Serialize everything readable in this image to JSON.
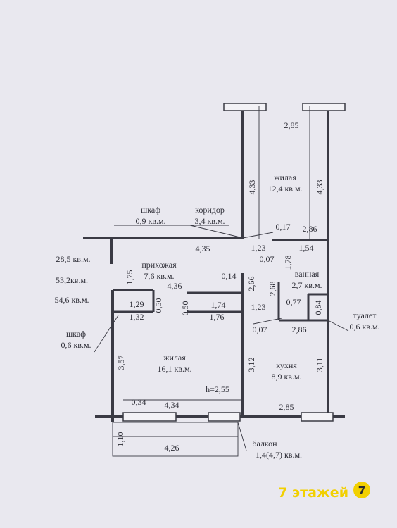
{
  "rooms": {
    "living_top": {
      "name": "жилая",
      "area": "12,4 кв.м."
    },
    "corridor": {
      "name": "коридор",
      "area": "3,4 кв.м."
    },
    "closet_top": {
      "name": "шкаф",
      "area": "0,9 кв.м."
    },
    "hallway": {
      "name": "прихожая",
      "area": "7,6 кв.м."
    },
    "bathroom": {
      "name": "ванная",
      "area": "2,7 кв.м."
    },
    "toilet": {
      "name": "туалет",
      "area": "0,6 кв.м."
    },
    "closet_left": {
      "name": "шкаф",
      "area": "0,6 кв.м."
    },
    "living_main": {
      "name": "жилая",
      "area": "16,1 кв.м."
    },
    "kitchen": {
      "name": "кухня",
      "area": "8,9 кв.м."
    },
    "balcony": {
      "name": "балкон",
      "area": "1,4(4,7) кв.м."
    }
  },
  "totals": [
    "28,5 кв.м.",
    "53,2кв.м.",
    "54,6 кв.м."
  ],
  "ceiling_height": "h=2,55",
  "dims": {
    "top_width": "2,85",
    "top_left_h": "4,33",
    "top_right_h": "4,33",
    "d_017": "0,17",
    "d_286_a": "2,86",
    "d_435": "4,35",
    "d_123_a": "1,23",
    "d_154": "1,54",
    "d_007_a": "0,07",
    "d_178": "1,78",
    "d_175": "1,75",
    "d_436": "4,36",
    "d_014": "0,14",
    "d_266": "2,66",
    "d_268": "2,68",
    "d_129": "1,29",
    "d_050_a": "0,50",
    "d_050_b": "0,50",
    "d_174": "1,74",
    "d_123_b": "1,23",
    "d_077": "0,77",
    "d_084": "0,84",
    "d_132": "1,32",
    "d_176": "1,76",
    "d_007_b": "0,07",
    "d_286_b": "2,86",
    "d_357": "3,57",
    "d_312": "3,12",
    "d_311": "3,11",
    "d_034": "0,34",
    "d_434": "4,34",
    "d_285_b": "2,85",
    "d_110": "1,10",
    "d_426": "4,26"
  },
  "watermark": {
    "text": "7 этажей",
    "badge": "7",
    "color": "#f2d000"
  }
}
